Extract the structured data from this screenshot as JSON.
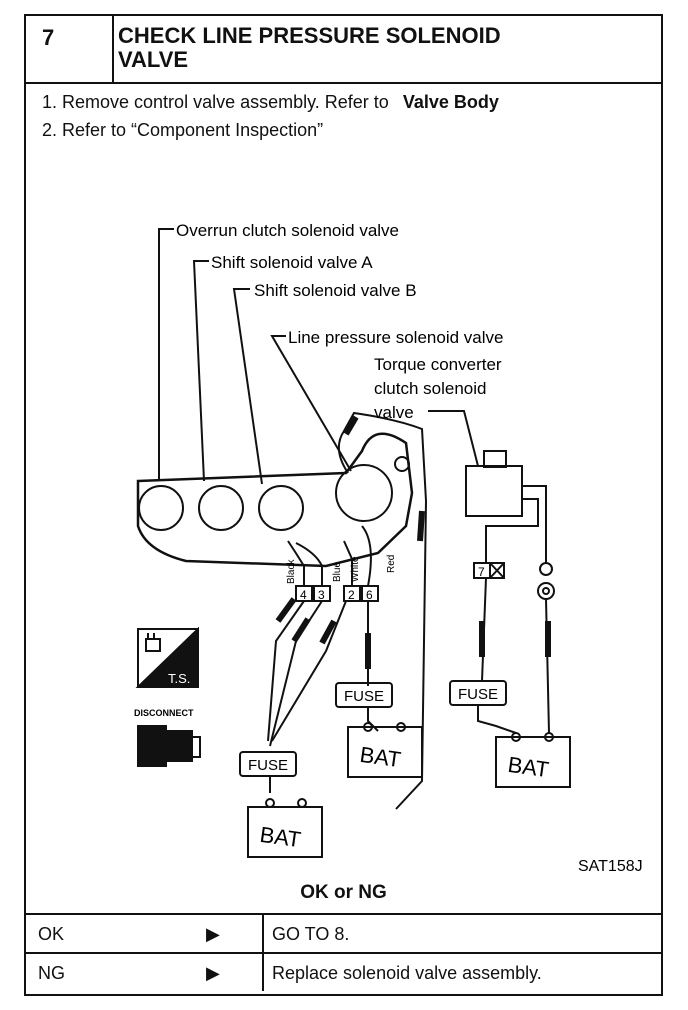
{
  "step": {
    "number": "7",
    "title_line1": "CHECK LINE PRESSURE SOLENOID",
    "title_line2": "VALVE"
  },
  "instructions": [
    {
      "text": "1.  Remove control valve assembly. Refer to",
      "ref": "Valve Body"
    },
    {
      "text": "2.  Refer to “Component Inspection”"
    }
  ],
  "diagram": {
    "labels": {
      "overrun": "Overrun clutch solenoid valve",
      "shift_a": "Shift solenoid valve A",
      "shift_b": "Shift solenoid valve B",
      "line_pressure": "Line pressure solenoid valve",
      "tcc_1": "Torque converter",
      "tcc_2": "clutch solenoid",
      "tcc_3": "valve"
    },
    "wires": {
      "black": "Black",
      "blue": "Blue",
      "white": "White",
      "red": "Red"
    },
    "terminals": {
      "t4": "4",
      "t3": "3",
      "t2": "2",
      "t6": "6",
      "t7": "7"
    },
    "fuse": "FUSE",
    "battery": "BAT",
    "ts_badge": "T.S.",
    "disconnect": "DISCONNECT",
    "figure_code": "SAT158J"
  },
  "result": {
    "title": "OK or NG",
    "rows": [
      {
        "result": "OK",
        "arrow": "▶",
        "action": "GO TO 8."
      },
      {
        "result": "NG",
        "arrow": "▶",
        "action": "Replace solenoid valve assembly."
      }
    ]
  }
}
